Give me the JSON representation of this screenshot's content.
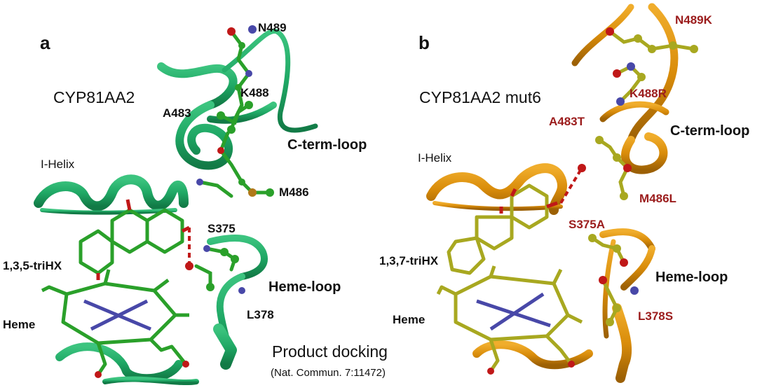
{
  "panel_a": {
    "letter": "a",
    "title": "CYP81AA2",
    "labels": {
      "n489": "N489",
      "k488": "K488",
      "a483": "A483",
      "cterm": "C-term-loop",
      "ihelix": "I-Helix",
      "m486": "M486",
      "s375": "S375",
      "ligand": "1,3,5-triHX",
      "hemeloop": "Heme-loop",
      "l378": "L378",
      "heme": "Heme"
    },
    "colors": {
      "ribbon": "#1fa865",
      "carbon": "#2aa02a"
    }
  },
  "panel_b": {
    "letter": "b",
    "title": "CYP81AA2 mut6",
    "labels": {
      "n489k": "N489K",
      "k488r": "K488R",
      "a483t": "A483T",
      "cterm": "C-term-loop",
      "ihelix": "I-Helix",
      "m486l": "M486L",
      "s375a": "S375A",
      "ligand": "1,3,7-triHX",
      "hemeloop": "Heme-loop",
      "heme": "Heme",
      "l378s": "L378S"
    },
    "colors": {
      "ribbon": "#d98c0a",
      "carbon": "#a8a820"
    }
  },
  "footer": {
    "title": "Product docking",
    "citation": "(Nat. Commun. 7:11472)"
  },
  "colors": {
    "oxygen": "#c01818",
    "nitrogen": "#4848a8",
    "sulfur": "#b07818",
    "mutation_label": "#9b1c1c",
    "hbond": "#c01818"
  }
}
